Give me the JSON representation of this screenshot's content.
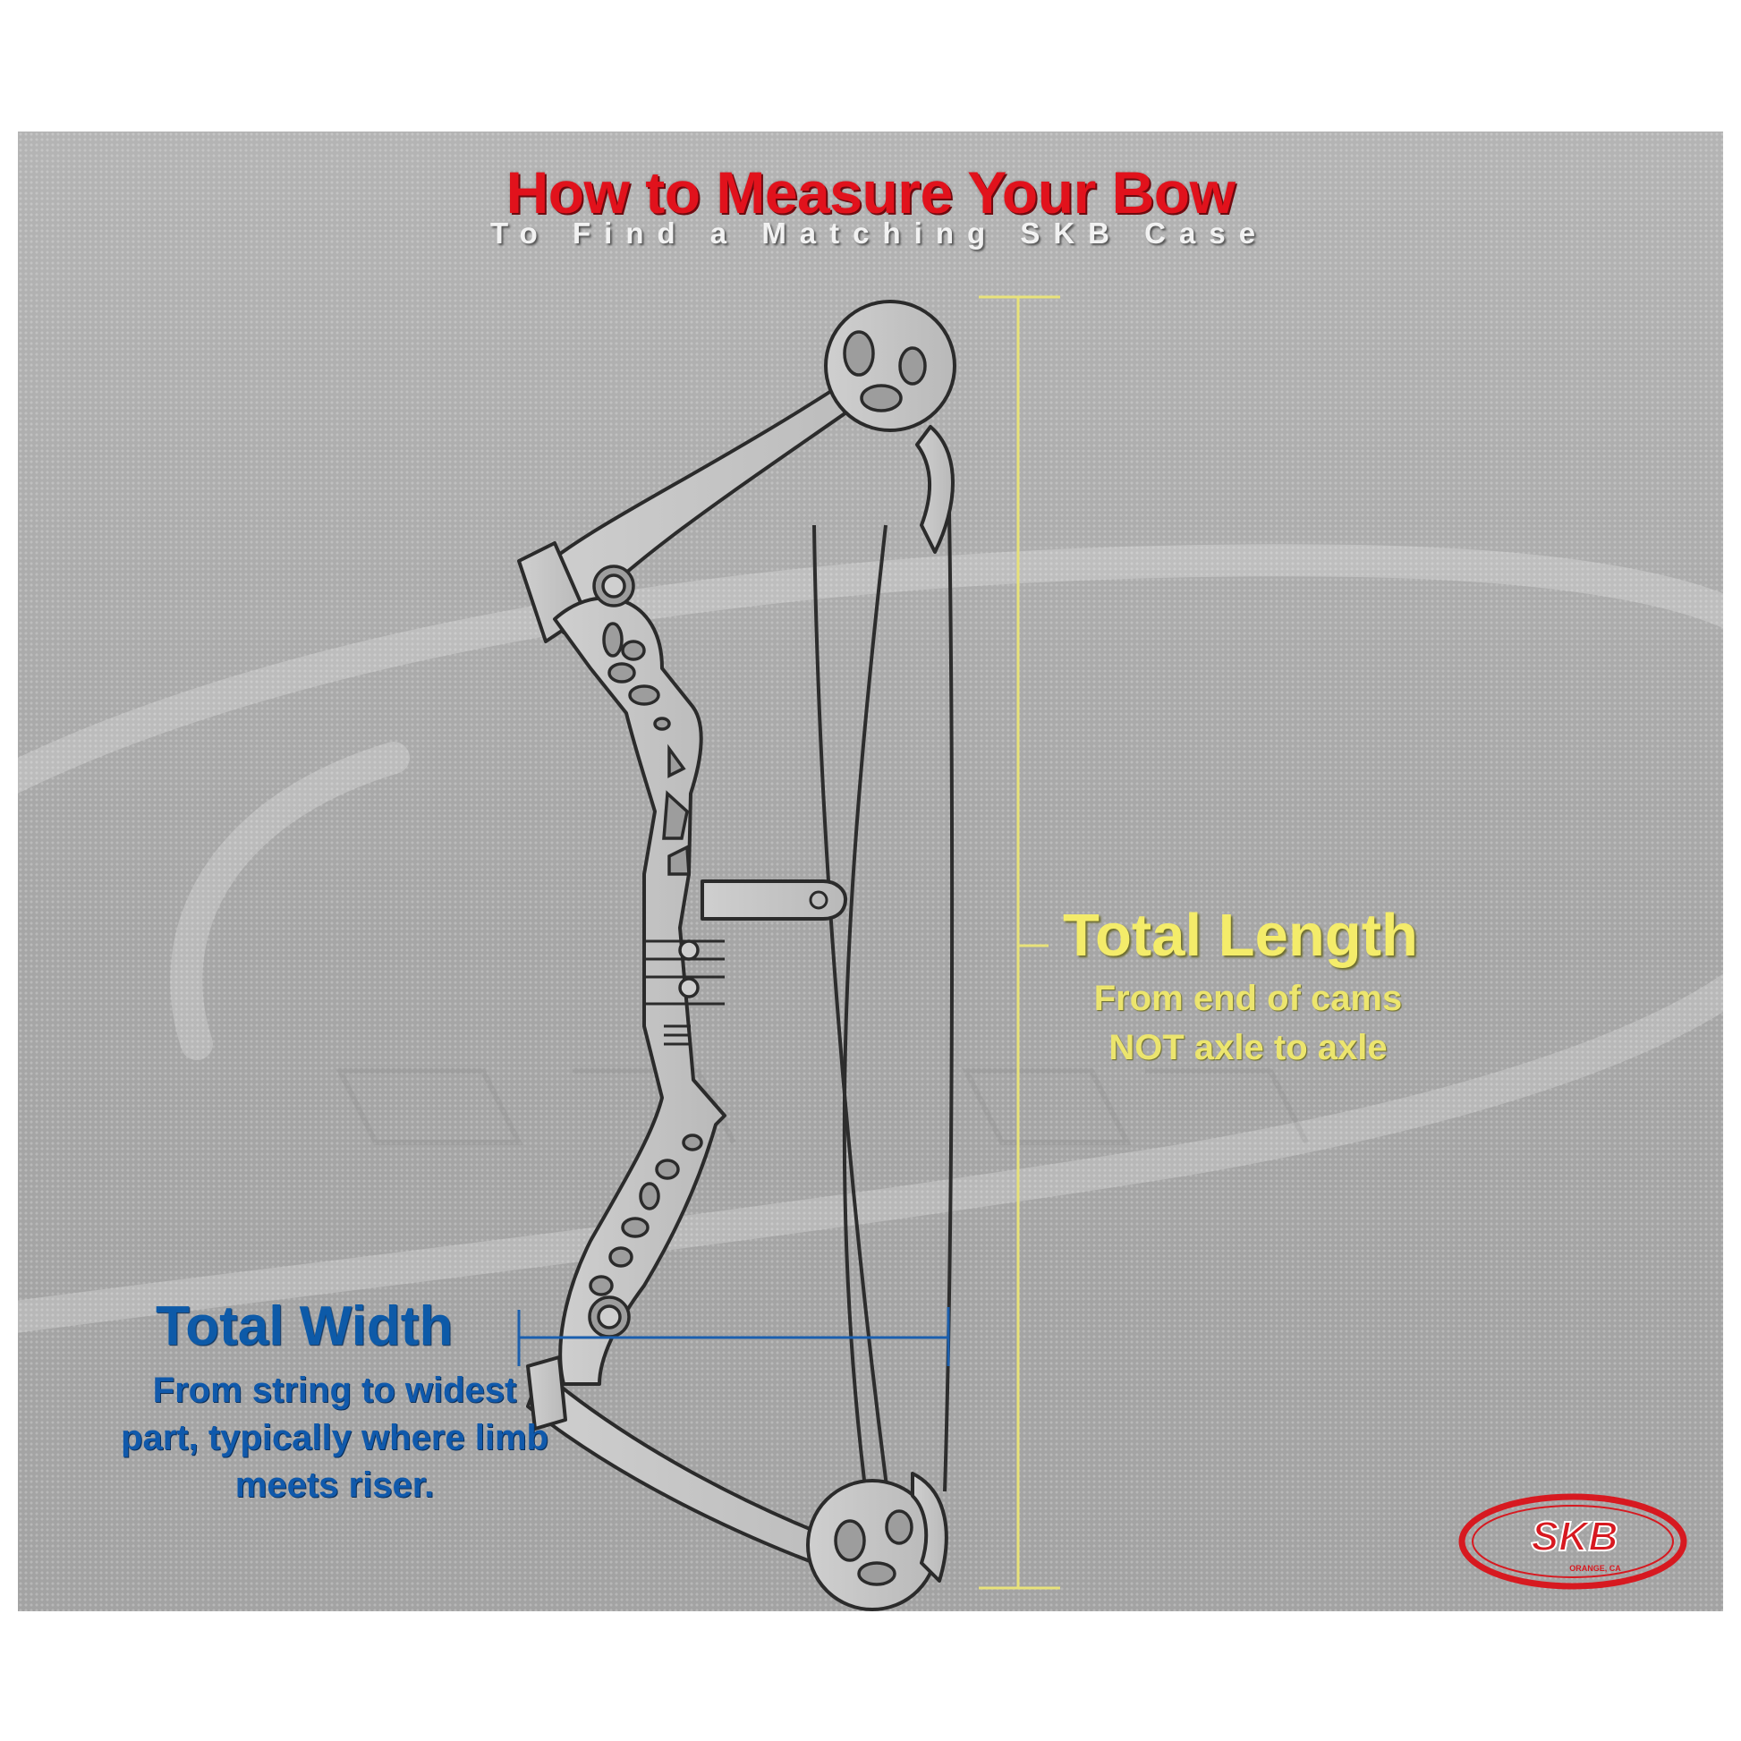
{
  "title": "How to Measure Your Bow",
  "subtitle": "To Find a Matching SKB Case",
  "length_label": {
    "title": "Total Length",
    "description": "From end of cams NOT axle to axle"
  },
  "width_label": {
    "title": "Total Width",
    "description": "From string to widest part, typically where limb meets riser."
  },
  "logo": {
    "text": "SKB",
    "tagline": "ORANGE, CA"
  },
  "colors": {
    "title_red": "#e1121c",
    "length_yellow": "#f4ec6a",
    "width_blue": "#0d5aa8",
    "logo_red": "#d71920"
  }
}
